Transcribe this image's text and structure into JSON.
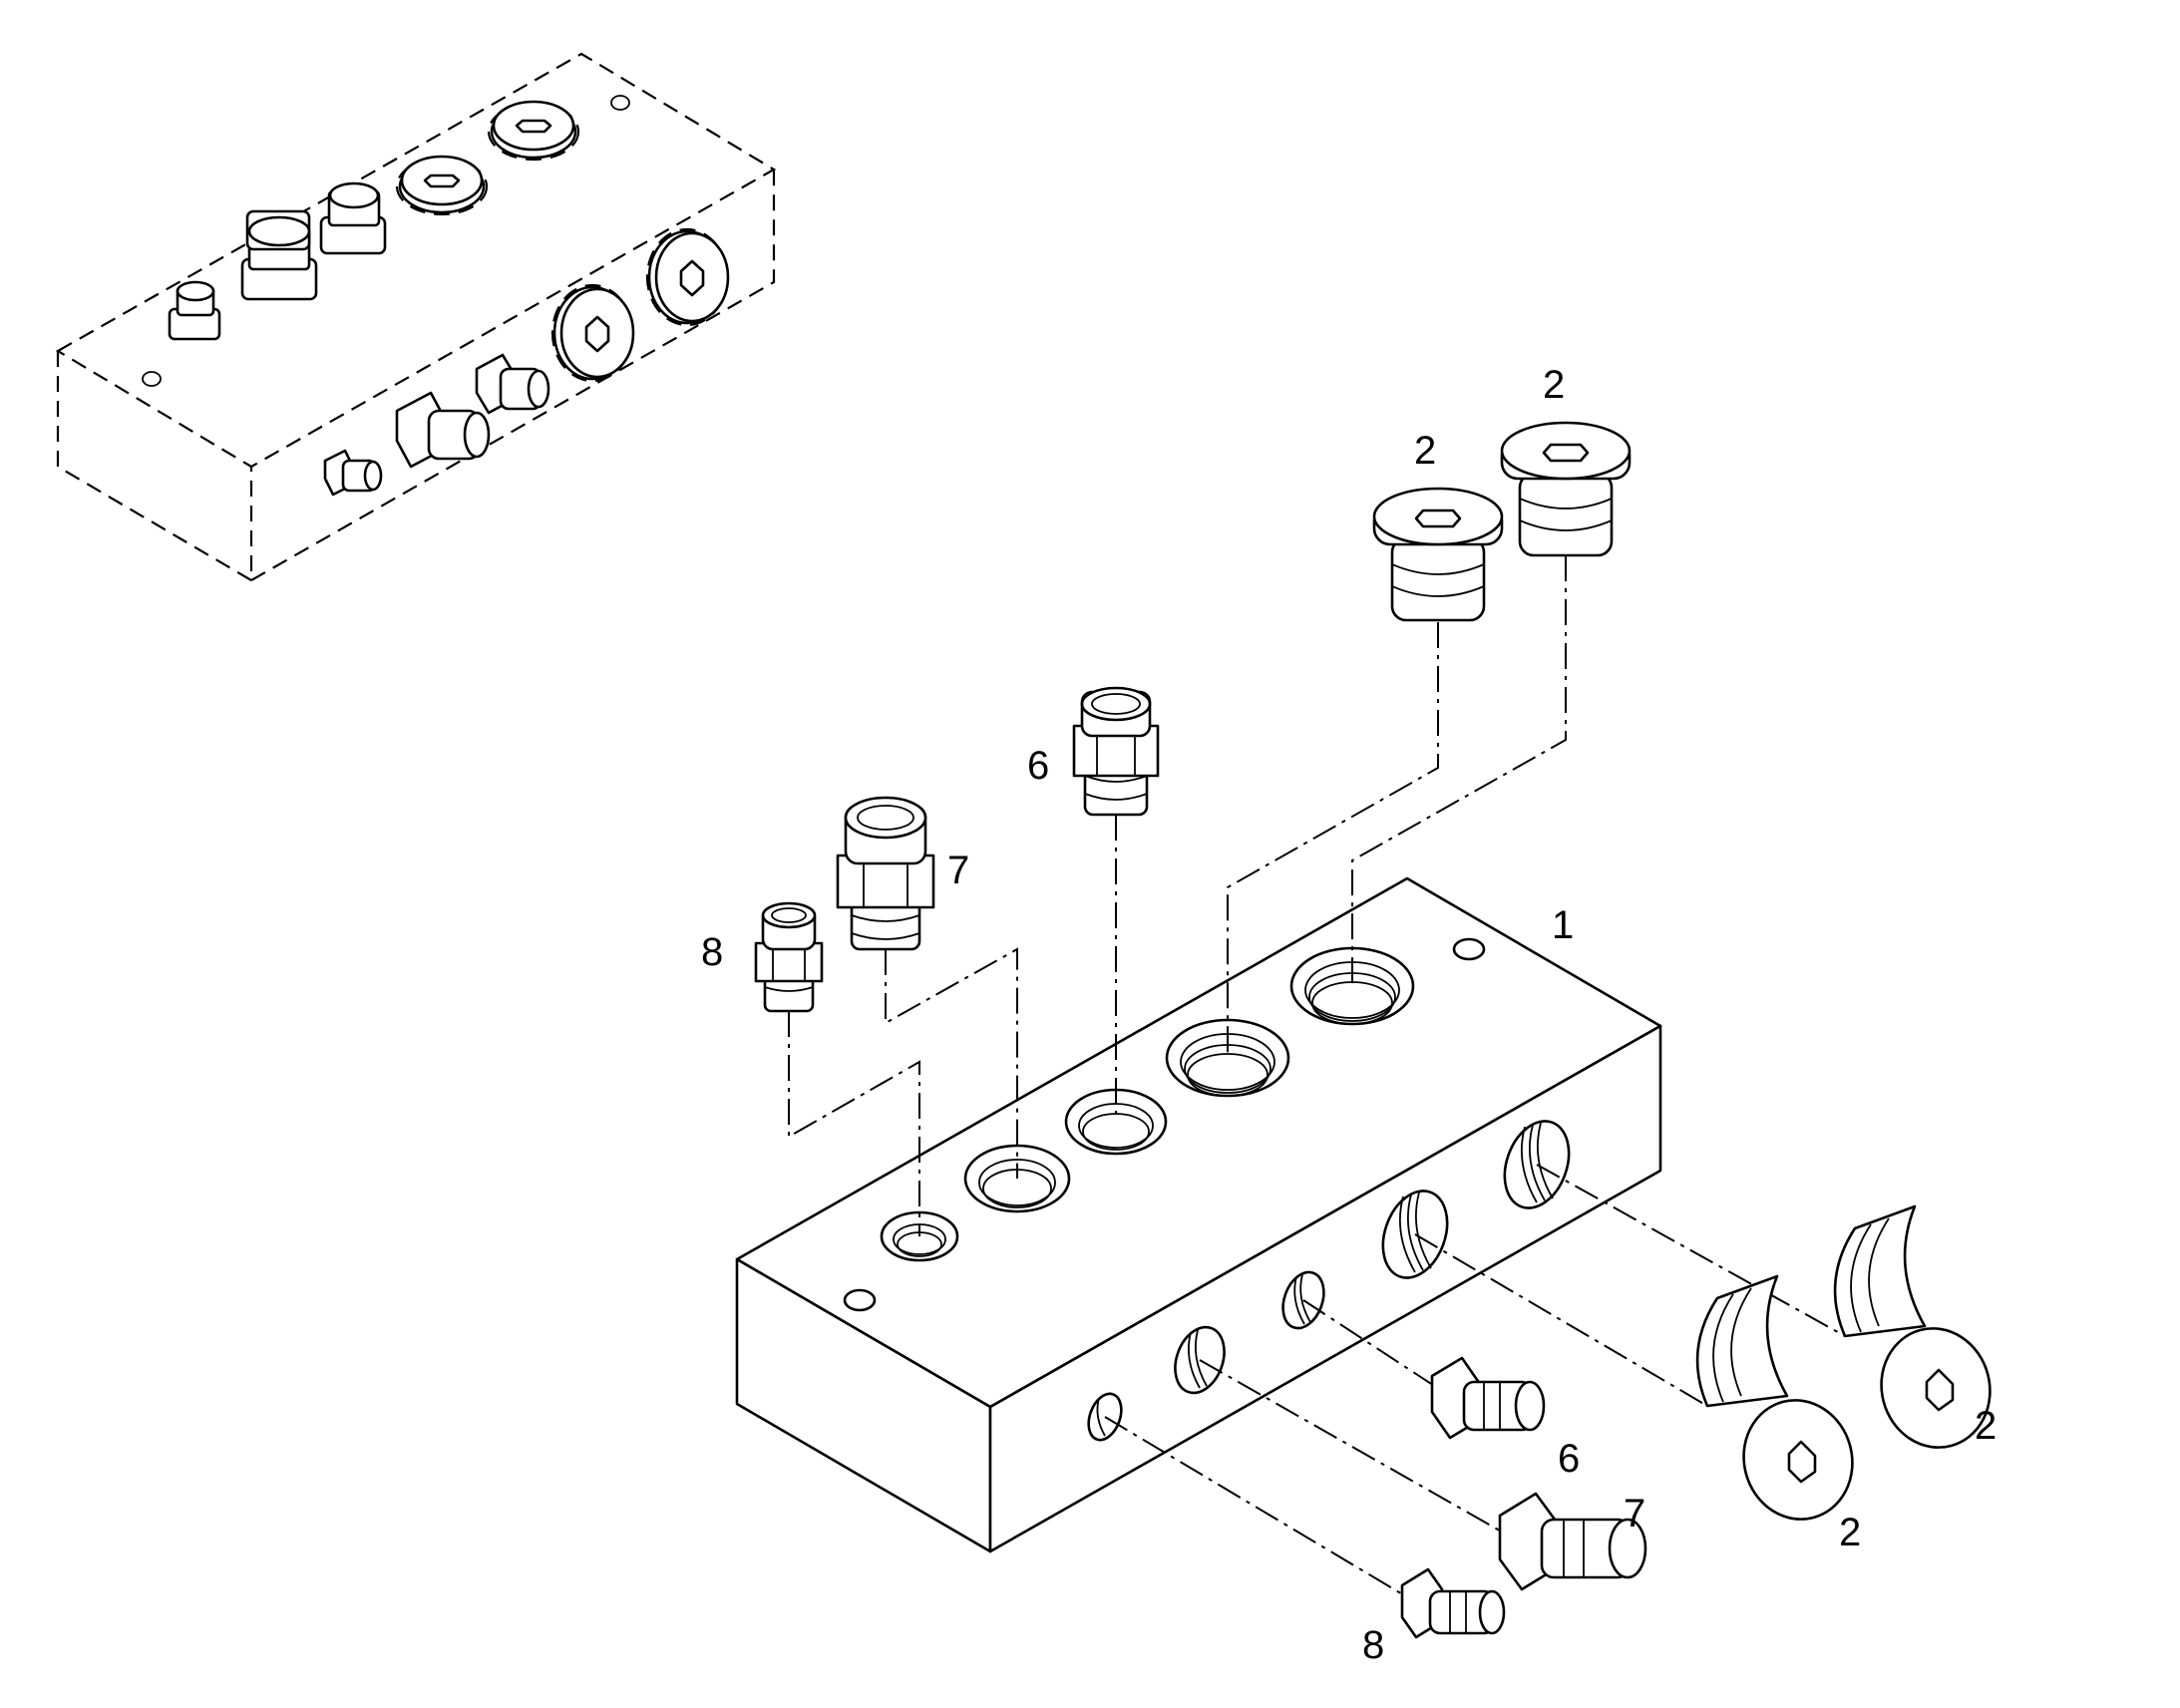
{
  "callouts": {
    "manifold_block": "1",
    "plug_top_left": "2",
    "plug_top_right": "2",
    "plug_side_front": "2",
    "plug_side_rear": "2",
    "fitting6_top": "6",
    "fitting6_side": "6",
    "fitting7_top": "7",
    "fitting7_side": "7",
    "fitting8_top": "8",
    "fitting8_side": "8"
  }
}
